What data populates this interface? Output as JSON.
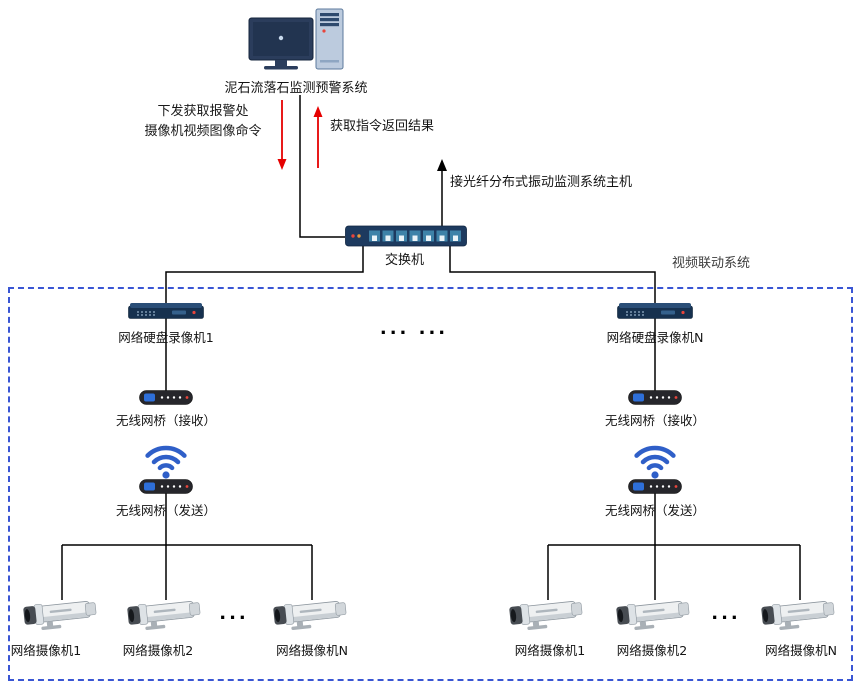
{
  "diagram": {
    "host": {
      "label": "泥石流落石监测预警系统"
    },
    "annotations": {
      "cmd_down_line1": "下发获取报警处",
      "cmd_down_line2": "摄像机视频图像命令",
      "result_up": "获取指令返回结果",
      "fiber_host": "接光纤分布式振动监测系统主机"
    },
    "switch": {
      "label": "交换机"
    },
    "box": {
      "label": "视频联动系统"
    },
    "mid_ellipsis": "... ...",
    "left": {
      "nvr_label": "网络硬盘录像机1",
      "bridge_rx_label": "无线网桥（接收）",
      "bridge_tx_label": "无线网桥（发送）",
      "ellipsis": "...",
      "cameras": [
        "网络摄像机1",
        "网络摄像机2",
        "网络摄像机N"
      ]
    },
    "right": {
      "nvr_label": "网络硬盘录像机N",
      "bridge_rx_label": "无线网桥（接收）",
      "bridge_tx_label": "无线网桥（发送）",
      "ellipsis": "...",
      "cameras": [
        "网络摄像机1",
        "网络摄像机2",
        "网络摄像机N"
      ]
    },
    "colors": {
      "box_border": "#3a56d4",
      "arrow_red": "#e60000",
      "wifi_blue": "#2f5fc8",
      "device_navy": "#1d3a5f",
      "line_black": "#000000"
    }
  }
}
